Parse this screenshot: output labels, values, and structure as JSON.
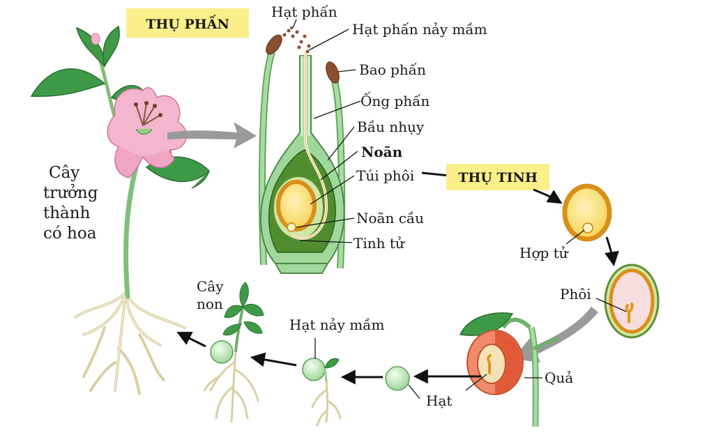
{
  "stages": {
    "pollination": "THỤ PHẤN",
    "fertilization": "THỤ TINH"
  },
  "labels": {
    "pollen_grain": "Hạt phấn",
    "germinating_pollen": "Hạt phấn nảy mầm",
    "anther": "Bao phấn",
    "pollen_tube": "Ống phấn",
    "ovary": "Bầu nhụy",
    "ovule": "Noãn",
    "embryo_sac": "Túi phôi",
    "egg_cell": "Noãn cầu",
    "sperm": "Tinh tử",
    "zygote": "Hợp tử",
    "embryo": "Phôi",
    "fruit": "Quả",
    "seed": "Hạt",
    "germinating_seed": "Hạt nảy mầm",
    "seedling_line1": "Cây",
    "seedling_line2": "non",
    "mature_line1": "Cây",
    "mature_line2": "trưởng",
    "mature_line3": "thành",
    "mature_line4": "có hoa"
  },
  "colors": {
    "tag_bg": "#fbef8a",
    "stem_green": "#8fcf8a",
    "dark_green": "#3d7a2a",
    "ovule_orange": "#d9901a",
    "flower_pink": "#f4b6cf",
    "root_cream": "#efe6c6",
    "arrow_gray": "#9a9a9a"
  }
}
